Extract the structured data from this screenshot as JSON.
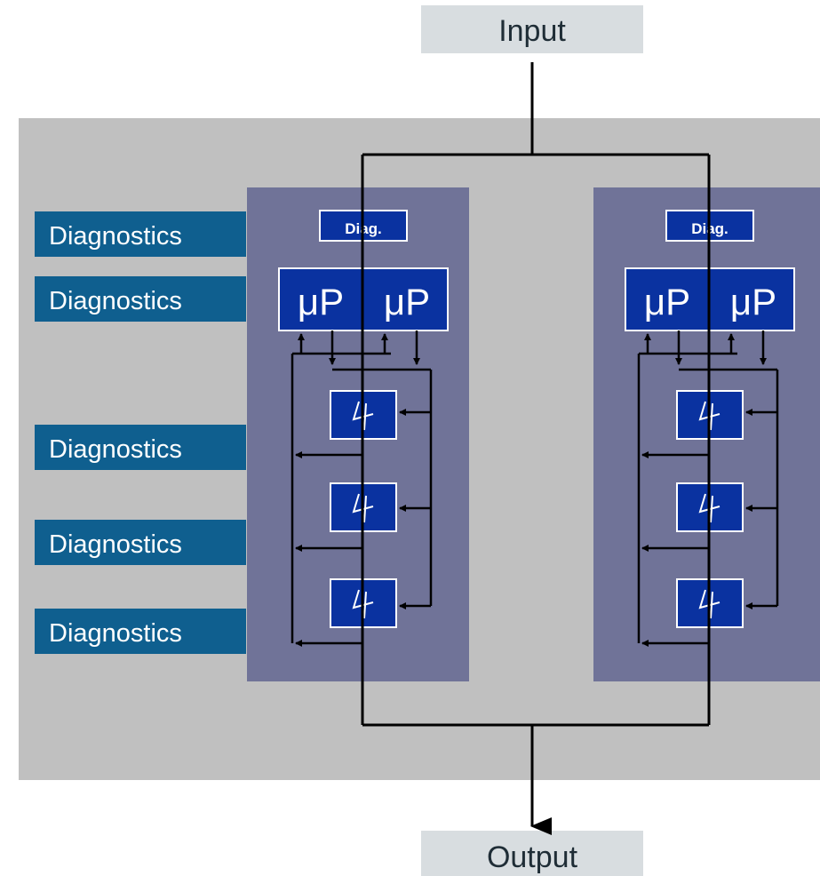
{
  "input_label": "Input",
  "output_label": "Output",
  "diagnostics_labels": [
    "Diagnostics",
    "Diagnostics",
    "Diagnostics",
    "Diagnostics",
    "Diagnostics"
  ],
  "channels": [
    {
      "diag_label": "Diag.",
      "processors": [
        "μP",
        "μP"
      ],
      "switch_count": 3
    },
    {
      "diag_label": "Diag.",
      "processors": [
        "μP",
        "μP"
      ],
      "switch_count": 3
    }
  ],
  "colors": {
    "enclosure": "#c0c0c0",
    "channel_panel": "#707398",
    "block_fill": "#0a32a0",
    "diagnostics_tag": "#0f5f8f",
    "io_box": "#d8dde0"
  }
}
